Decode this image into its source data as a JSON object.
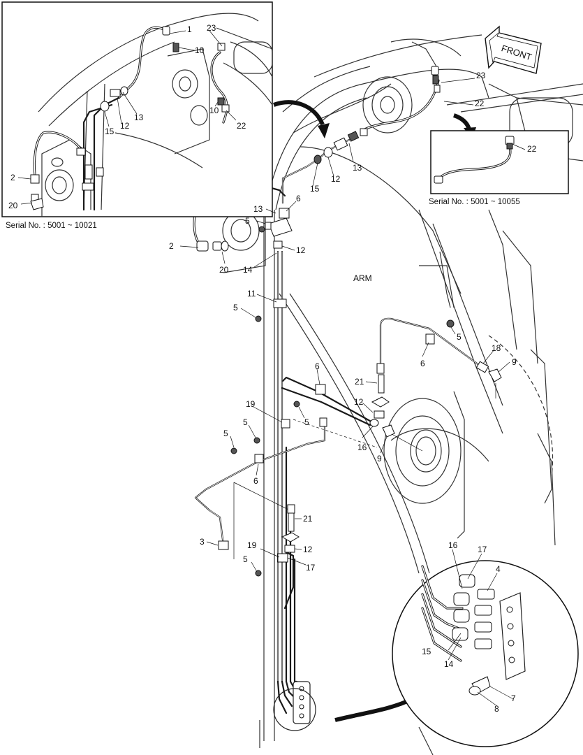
{
  "diagram": {
    "arm_label": "ARM",
    "front_label": "FRONT",
    "inset_left": {
      "serial": "Serial No. : 5001 ~ 10021"
    },
    "inset_right": {
      "serial": "Serial No. : 5001 ~ 10055"
    },
    "callouts": {
      "l_1": "1",
      "l_23a": "23",
      "l_10a": "10",
      "l_10b": "10",
      "l_22a": "22",
      "l_13a": "13",
      "l_12a": "12",
      "l_15a": "15",
      "l_2a": "2",
      "l_20a": "20",
      "l_23": "23",
      "l_22": "22",
      "l_22c": "22",
      "l_13": "13",
      "l_12": "12",
      "l_15": "15",
      "l_6a": "6",
      "l_13b": "13",
      "l_5a": "5",
      "l_12b": "12",
      "l_2": "2",
      "l_20": "20",
      "l_14": "14",
      "l_11": "11",
      "l_5b": "5",
      "l_5c": "5",
      "l_6b": "6",
      "l_18": "18",
      "l_9a": "9",
      "l_6c": "6",
      "l_21a": "21",
      "l_12c": "12",
      "l_5d": "5",
      "l_19a": "19",
      "l_5e": "5",
      "l_5f": "5",
      "l_16a": "16",
      "l_9b": "9",
      "l_6d": "6",
      "l_21b": "21",
      "l_3": "3",
      "l_19b": "19",
      "l_12d": "12",
      "l_17a": "17",
      "l_5g": "5",
      "l_16": "16",
      "l_17": "17",
      "l_4": "4",
      "l_15b": "15",
      "l_14b": "14",
      "l_7": "7",
      "l_8": "8"
    }
  }
}
